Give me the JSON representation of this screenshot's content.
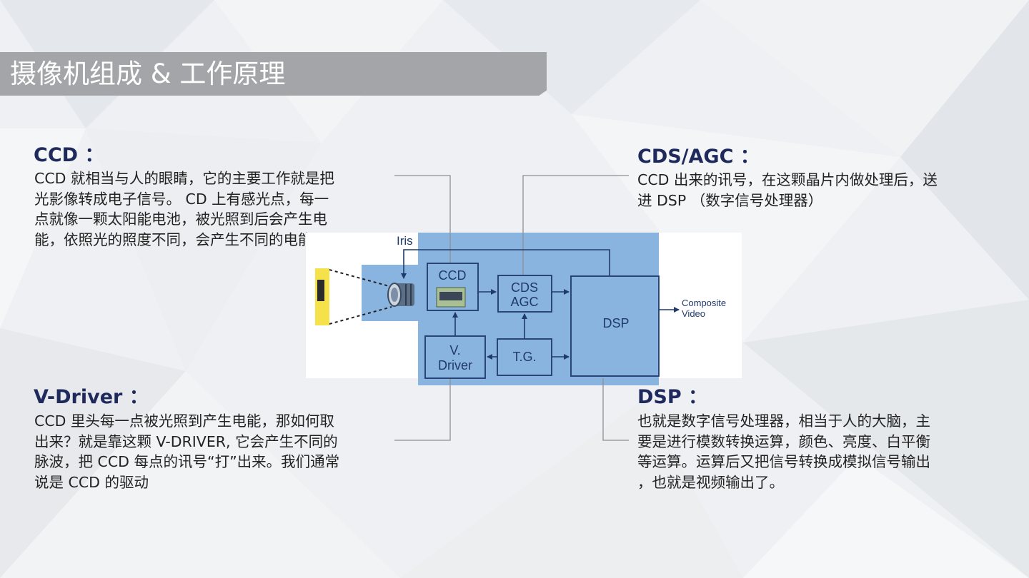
{
  "title": "摄像机组成 & 工作原理",
  "sections": {
    "ccd": {
      "heading": "CCD ：",
      "lines": [
        "CCD 就相当与人的眼睛，它的主要工作就是把",
        "光影像转成电子信号。  CD 上有感光点，每一",
        "点就像一颗太阳能电池，被光照到后会产生电",
        "能，依照光的照度不同，会产生不同的电能"
      ]
    },
    "cds_agc": {
      "heading": "CDS/AGC ：",
      "lines": [
        "CCD 出来的讯号，在这颗晶片内做处理后，送",
        "进 DSP （数字信号处理器）"
      ]
    },
    "vdriver": {
      "heading": "V-Driver ：",
      "lines": [
        "CCD 里头每一点被光照到产生电能，那如何取",
        "出来？就是靠这颗 V-DRIVER, 它会产生不同的",
        "脉波，把 CCD 每点的讯号“打”出来。我们通常",
        "说是 CCD 的驱动"
      ]
    },
    "dsp": {
      "heading": "DSP ：",
      "lines": [
        "也就是数字信号处理器，相当于人的大脑，主",
        "要是进行模数转换运算，颜色、亮度、白平衡",
        "等运算。运算后又把信号转换成模拟信号输出",
        "，也就是视频输出了。"
      ]
    }
  },
  "diagram": {
    "iris": "Iris",
    "ccd": "CCD",
    "cds": "CDS",
    "agc": "AGC",
    "dsp": "DSP",
    "v": "V.",
    "driver": "Driver",
    "tg": "T.G.",
    "out1": "Composite",
    "out2": "Video"
  },
  "colors": {
    "title_bar": "#a3a5a8",
    "heading": "#1f2a5c",
    "diagram_highlight": "#8ab4e0",
    "diagram_stroke": "#1f3a6b"
  }
}
